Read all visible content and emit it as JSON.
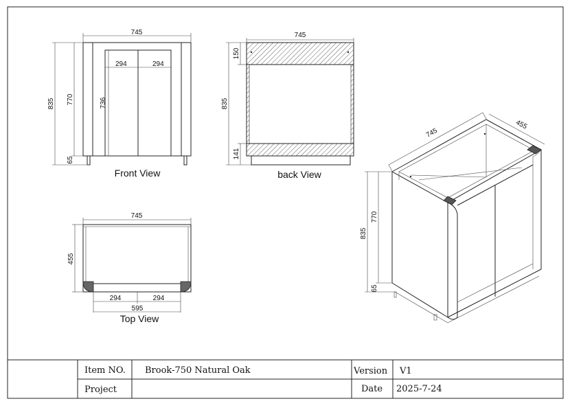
{
  "front_view": {
    "caption": "Front View",
    "dim_width": "745",
    "dim_door_left": "294",
    "dim_door_right": "294",
    "dim_total_height": "835",
    "dim_body_height": "770",
    "dim_door_height": "736",
    "dim_leg_height": "65"
  },
  "back_view": {
    "caption": "back View",
    "dim_width": "745",
    "dim_top_rail": "150",
    "dim_total_height": "835",
    "dim_bottom_rail": "141"
  },
  "top_view": {
    "caption": "Top  View",
    "dim_width": "745",
    "dim_depth": "455",
    "dim_door_left": "294",
    "dim_door_right": "294",
    "dim_inner_width": "595"
  },
  "iso_view": {
    "dim_width": "745",
    "dim_depth": "455",
    "dim_total_height": "835",
    "dim_body_height": "770",
    "dim_leg_height": "65"
  },
  "title_block": {
    "item_no_label": "Item NO.",
    "item_no_value": "Brook-750 Natural Oak",
    "version_label": "Version",
    "version_value": "V1",
    "project_label": "Project",
    "project_value": "",
    "date_label": "Date",
    "date_value": "2025-7-24"
  }
}
